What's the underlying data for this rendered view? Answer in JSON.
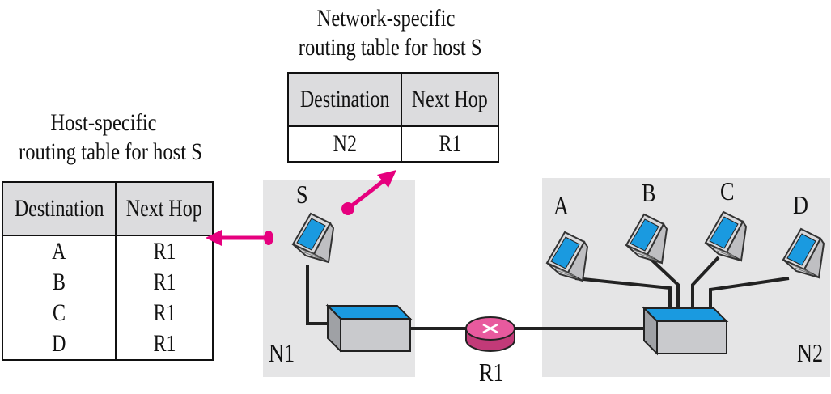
{
  "host_table": {
    "caption_line1": "Host-specific",
    "caption_line2": "routing table for host S",
    "headers": [
      "Destination",
      "Next Hop"
    ],
    "rows": [
      [
        "A",
        "R1"
      ],
      [
        "B",
        "R1"
      ],
      [
        "C",
        "R1"
      ],
      [
        "D",
        "R1"
      ]
    ]
  },
  "network_table": {
    "caption_line1": "Network-specific",
    "caption_line2": "routing table for host S",
    "headers": [
      "Destination",
      "Next Hop"
    ],
    "rows": [
      [
        "N2",
        "R1"
      ]
    ]
  },
  "hosts": {
    "s": "S",
    "a": "A",
    "b": "B",
    "c": "C",
    "d": "D"
  },
  "networks": {
    "n1": "N1",
    "n2": "N2"
  },
  "router": {
    "label": "R1"
  },
  "colors": {
    "arrow": "#e6007e",
    "network_bg": "#e5e5e6",
    "screen": "#1a9ae0",
    "switch_top": "#1a9ae0",
    "router": "#e85a9e"
  }
}
